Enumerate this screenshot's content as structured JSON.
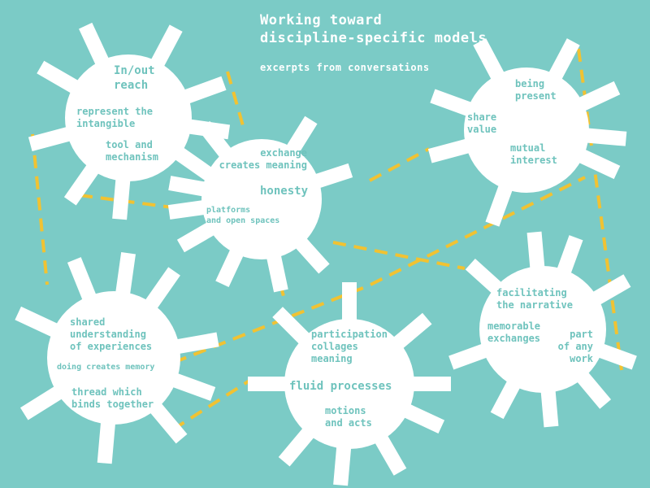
{
  "title": {
    "line1": "Working toward",
    "line2": "discipline-specific models",
    "subtitle": "excerpts from conversations"
  },
  "colors": {
    "background": "#7bcbc6",
    "bubble": "#ffffff",
    "text": "#6fc3bd",
    "connector": "#f1c232"
  },
  "nodes": [
    {
      "id": "n1",
      "labels": [
        {
          "lines": [
            "In/out",
            "reach"
          ]
        },
        {
          "lines": [
            "represent the",
            "intangible"
          ]
        },
        {
          "lines": [
            "tool and",
            "mechanism"
          ]
        }
      ]
    },
    {
      "id": "n2",
      "labels": [
        {
          "lines": [
            "exchange",
            "creates meaning"
          ]
        },
        {
          "lines": [
            "honesty"
          ]
        },
        {
          "lines": [
            "platforms",
            "and open spaces"
          ]
        }
      ]
    },
    {
      "id": "n3",
      "labels": [
        {
          "lines": [
            "being",
            "present"
          ]
        },
        {
          "lines": [
            "share",
            "value"
          ]
        },
        {
          "lines": [
            "mutual",
            "interest"
          ]
        }
      ]
    },
    {
      "id": "n4",
      "labels": [
        {
          "lines": [
            "shared",
            "understanding",
            "of experiences"
          ]
        },
        {
          "lines": [
            "doing creates memory"
          ]
        },
        {
          "lines": [
            "thread which",
            "binds together"
          ]
        }
      ]
    },
    {
      "id": "n5",
      "labels": [
        {
          "lines": [
            "participation",
            "collages",
            "meaning"
          ]
        },
        {
          "lines": [
            "fluid processes"
          ]
        },
        {
          "lines": [
            "motions",
            "and acts"
          ]
        }
      ]
    },
    {
      "id": "n6",
      "labels": [
        {
          "lines": [
            "facilitating",
            "the narrative"
          ]
        },
        {
          "lines": [
            "memorable",
            "exchanges"
          ]
        },
        {
          "lines": [
            "part",
            "of any",
            "work"
          ]
        }
      ]
    }
  ]
}
